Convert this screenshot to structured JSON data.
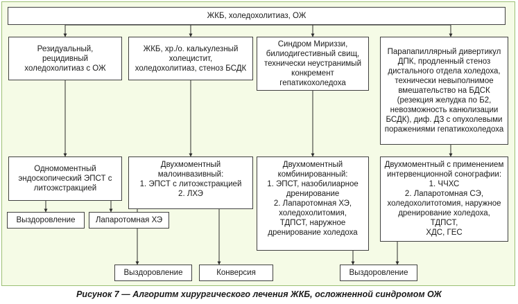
{
  "diagram": {
    "root": "ЖКБ, холедохолитиаз, ОЖ",
    "conditions": [
      "Резидуальный,\nрецидивный\nхоледохолитиаз с ОЖ",
      "ЖКБ, хр./о. калькулезный\nхолецистит,\nхоледохолитиаз, стеноз БСДК",
      "Синдром Мириззи,\nбилиодигестивный свищ,\nтехнически неустранимый\nконкремент гепатикохоледоха",
      "Парапапиллярный дивертикул\nДПК, продленный стеноз\nдистального отдела холедоха,\nтехнически невыполнимое\nвмешательство на БДСК\n(резекция желудка по Б2,\nневозможность канюлизации\nБСДК), диф. ДЗ с опухолевыми\nпоражениями гепатикохоледоха"
    ],
    "treatments": [
      "Одномоментный\nэндоскопический ЭПСТ с\nлитоэкстракцией",
      "Двухмоментный\nмалоинвазивный:\n1. ЭПСТ с литоэкстракцией\n2. ЛХЭ",
      "Двухмоментный\nкомбинированный:\n1. ЭПСТ, назобилиарное\nдренирование\n2. Лапаротомная ХЭ,\nхоледохолитомия,\nТДПСТ, наружное\nдренирование холедоха",
      "Двухмоментный с применением\nинтервенционной сонографии:\n1. ЧЧХС\n2. Лапаротомная СЭ,\nхоледохолитотомия, наружное\nдренирование холедоха, ТДПСТ,\nХДС, ГЕС"
    ],
    "outcomes": {
      "recovery_left": "Выздоровление",
      "laparotomy": "Лапаротомная ХЭ",
      "recovery_center": "Выздоровление",
      "conversion": "Конверсия",
      "recovery_right": "Выздоровление"
    }
  },
  "caption": "Рисунок 7 — Алгоритм хирургического лечения ЖКБ, осложненной синдромом ОЖ"
}
